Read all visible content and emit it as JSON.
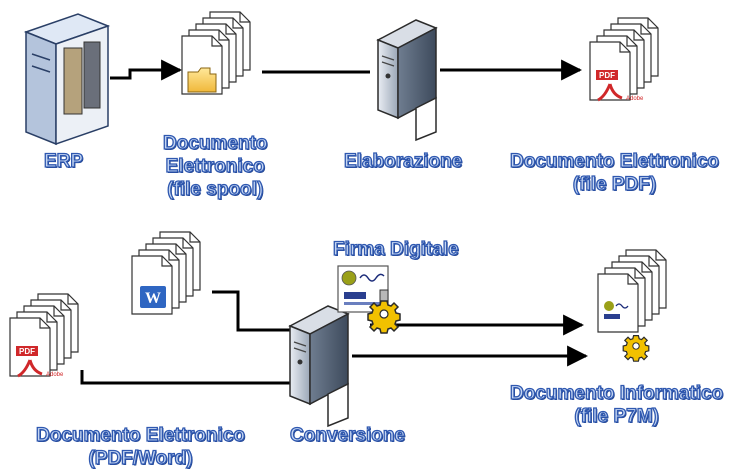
{
  "labels": {
    "erp": "ERP",
    "doc_elettronico_spool": [
      "Documento",
      "Elettronico",
      "(file spool)"
    ],
    "elaborazione": "Elaborazione",
    "doc_elettronico_pdf": [
      "Documento Elettronico",
      "(file PDF)"
    ],
    "firma_digitale": "Firma Digitale",
    "doc_elettronico_pdfword": [
      "Documento Elettronico",
      "(PDF/Word)"
    ],
    "conversione": "Conversione",
    "doc_informatico": [
      "Documento Informatico",
      "(file P7M)"
    ]
  },
  "icons": [
    "erp-server-icon",
    "spool-document-stack-icon",
    "server-icon",
    "pdf-document-stack-icon",
    "word-document-stack-icon",
    "signature-certificate-icon",
    "gear-icon",
    "p7m-document-stack-icon"
  ],
  "icon_text": {
    "pdf": "PDF",
    "adobe": "Adobe",
    "word": "W"
  },
  "colors": {
    "label_fill": "#c5d6f2",
    "label_stroke": "#2f58b0",
    "arrow": "#000000",
    "pdf_red": "#d0282a",
    "gear": "#f2c100"
  }
}
